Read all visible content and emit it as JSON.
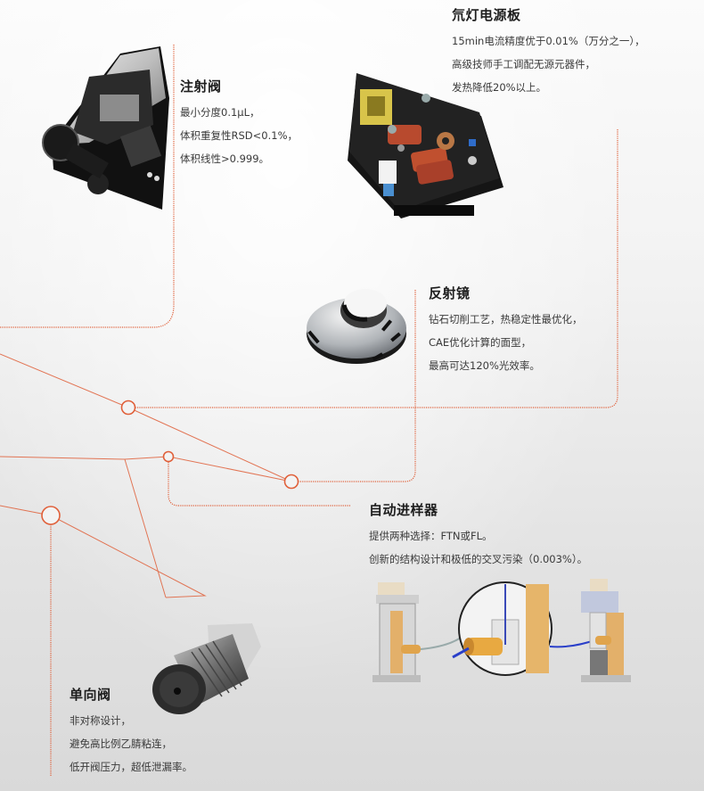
{
  "theme": {
    "accent": "#e0603a",
    "background_top": "#fbfbfb",
    "background_bottom": "#d9d9d9",
    "title_color": "#1d1d1d",
    "text_color": "#3a3a3a"
  },
  "components": [
    {
      "id": "psu",
      "title": "氘灯电源板",
      "lines": [
        "15min电流精度优于0.01%（万分之一），",
        "高级技师手工调配无源元器件，",
        "发热降低20%以上。"
      ],
      "image": "power-supply-board"
    },
    {
      "id": "injection-valve",
      "title": "注射阀",
      "lines": [
        "最小分度0.1μL，",
        "体积重复性RSD<0.1%，",
        "体积线性>0.999。"
      ],
      "image": "injection-valve"
    },
    {
      "id": "reflector",
      "title": "反射镜",
      "lines": [
        "钻石切削工艺，热稳定性最优化，",
        "CAE优化计算的面型，",
        "最高可达120%光效率。"
      ],
      "image": "reflector-mirror"
    },
    {
      "id": "autosampler",
      "title": "自动进样器",
      "lines": [
        "提供两种选择：FTN或FL。",
        "创新的结构设计和极低的交叉污染（0.003%）。"
      ],
      "image": "autosampler-diagram"
    },
    {
      "id": "check-valve",
      "title": "单向阀",
      "lines": [
        "非对称设计，",
        "避免高比例乙腈粘连，",
        "低开阀压力，超低泄漏率。"
      ],
      "image": "check-valve"
    }
  ]
}
